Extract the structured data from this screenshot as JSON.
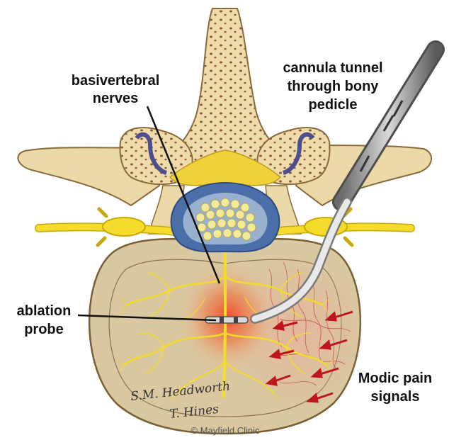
{
  "labels": {
    "basivertebral_line1": "basivertebral",
    "basivertebral_line2": "nerves",
    "cannula_line1": "cannula tunnel",
    "cannula_line2": "through bony",
    "cannula_line3": "pedicle",
    "ablation_line1": "ablation",
    "ablation_line2": "probe",
    "modic_line1": "Modic pain",
    "modic_line2": "signals"
  },
  "credit": "© Mayfield Clinic",
  "signatures": {
    "artist1": "S.M. Headworth",
    "artist2": "T. Hines"
  },
  "colors": {
    "bone": "#f1dfb0",
    "bone_outline": "#8a6a3a",
    "disc": "#d8c7a0",
    "nerve": "#f3dc2a",
    "cartilage": "#5a5a9a",
    "arrow": "#c0141c",
    "glow": "#f05a2a"
  }
}
